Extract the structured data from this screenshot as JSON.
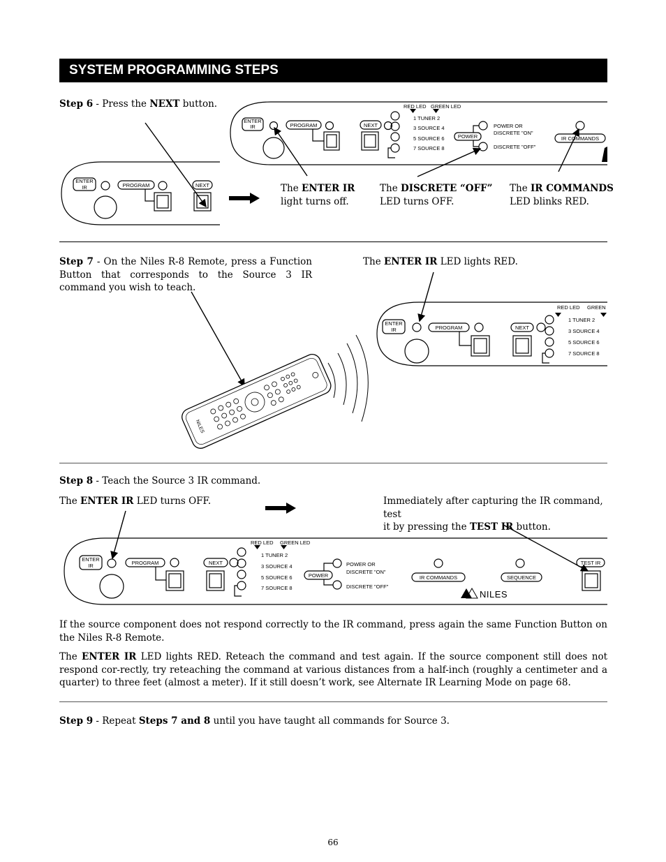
{
  "section_title": "SYSTEM PROGRAMMING STEPS",
  "step6": {
    "label": "Step 6",
    "text_a": " - Press the ",
    "bold": "NEXT",
    "text_b": " button."
  },
  "callouts6": {
    "enter_ir": {
      "pre": "The ",
      "bold": "ENTER IR",
      "line2": "light turns off."
    },
    "discrete": {
      "pre": "The ",
      "bold": "DISCRETE “OFF”",
      "line2": "LED turns OFF."
    },
    "ir_commands": {
      "pre": "The ",
      "bold": "IR COMMANDS",
      "line2": "LED blinks RED."
    }
  },
  "step7": {
    "label": "Step 7",
    "text": " - On the Niles R-8 Remote, press a Function Button that corresponds to the Source 3 IR command you wish to teach."
  },
  "callout7": {
    "pre": "The ",
    "bold": "ENTER IR",
    "post": " LED lights RED."
  },
  "step8": {
    "label": "Step 8",
    "text": " - Teach the Source 3 IR command."
  },
  "callout8_left": {
    "pre": "The ",
    "bold": "ENTER IR",
    "post": " LED turns OFF."
  },
  "callout8_right": {
    "line1": "Immediately after capturing the IR command, test",
    "pre2": "it by pressing the ",
    "bold": "TEST IR",
    "post2": " button."
  },
  "para1": "If the source component does not respond correctly to the IR command, press again the same Function Button on the Niles R-8 Remote.",
  "para2": {
    "pre": "The ",
    "bold": "ENTER IR",
    "post": " LED lights RED. Reteach the command and test again. If the source component still does not respond cor-rectly, try reteaching the command at various distances from a half-inch (roughly a centimeter and a quarter) to three feet (almost a meter). If it still doesn’t work, see Alternate IR Learning Mode on page 68."
  },
  "step9": {
    "label": "Step 9",
    "text_a": " - Repeat ",
    "bold": "Steps 7 and 8",
    "text_b": " until you have taught all commands for Source 3."
  },
  "panel_labels": {
    "enter": "ENTER",
    "ir": "IR",
    "program": "PROGRAM",
    "next": "NEXT",
    "red_led": "RED LED",
    "green_led": "GREEN LED",
    "green": "GREEN",
    "tuner": "1   TUNER   2",
    "source34": "3  SOURCE  4",
    "source56": "5  SOURCE  6",
    "source78": "7  SOURCE  8",
    "power": "POWER",
    "power_or": "POWER OR",
    "discrete_on": "DISCRETE \"ON\"",
    "discrete_off": "DISCRETE \"OFF\"",
    "ir_commands": "IR COMMANDS",
    "sequence": "SEQUENCE",
    "test_ir": "TEST IR",
    "niles": "NILES"
  },
  "page_number": "66"
}
